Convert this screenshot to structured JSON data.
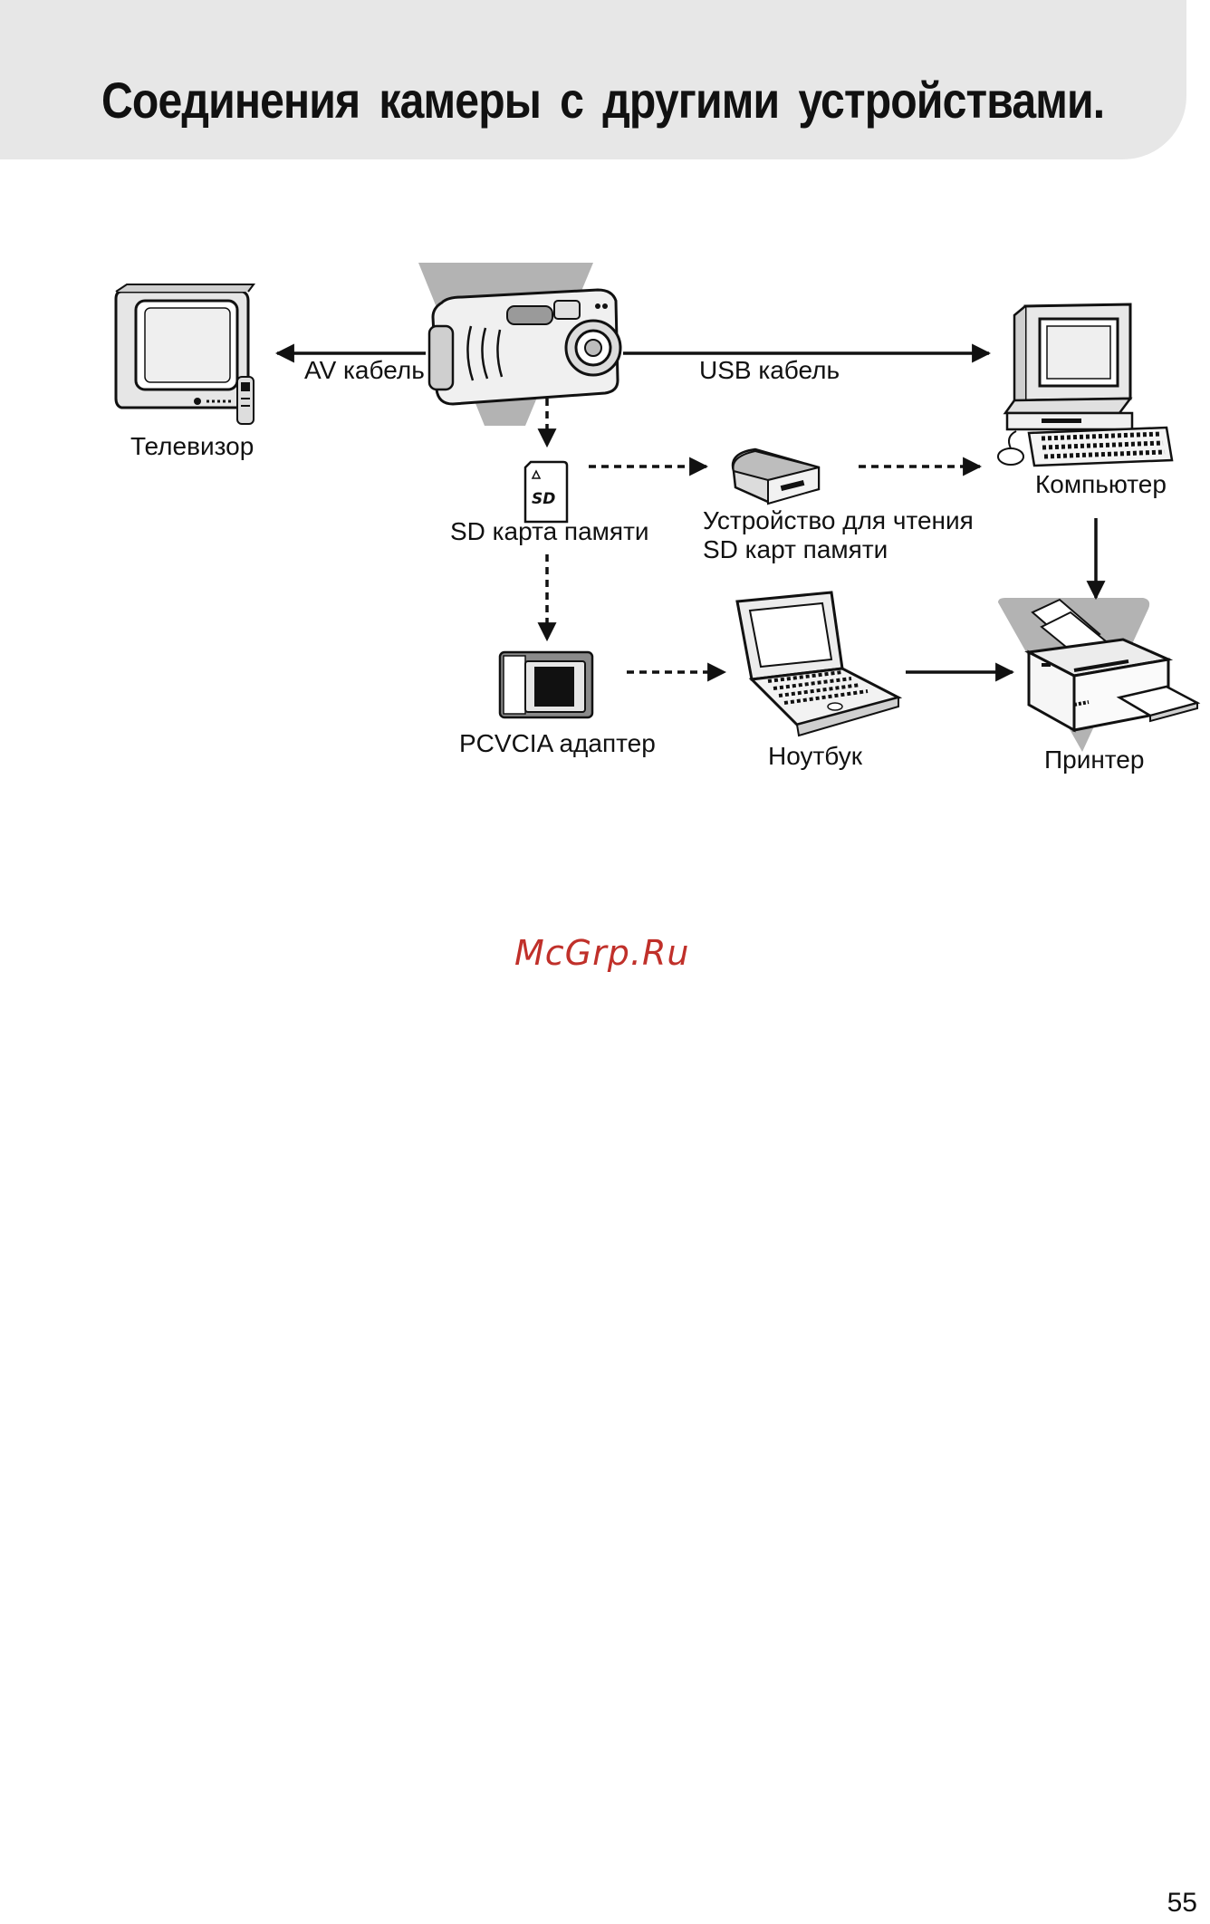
{
  "title": "Соединения камеры с другими устройствами.",
  "labels": {
    "av_cable": "AV кабель",
    "usb_cable": "USB кабель",
    "tv": "Телевизор",
    "sd_card": "SD карта памяти",
    "reader_line1": "Устройство для чтения",
    "reader_line2": "SD карт памяти",
    "computer": "Компьютер",
    "pcmcia": "PCVCIA адаптер",
    "laptop": "Ноутбук",
    "printer": "Принтер"
  },
  "watermark": "McGrp.Ru",
  "page_number": "55"
}
